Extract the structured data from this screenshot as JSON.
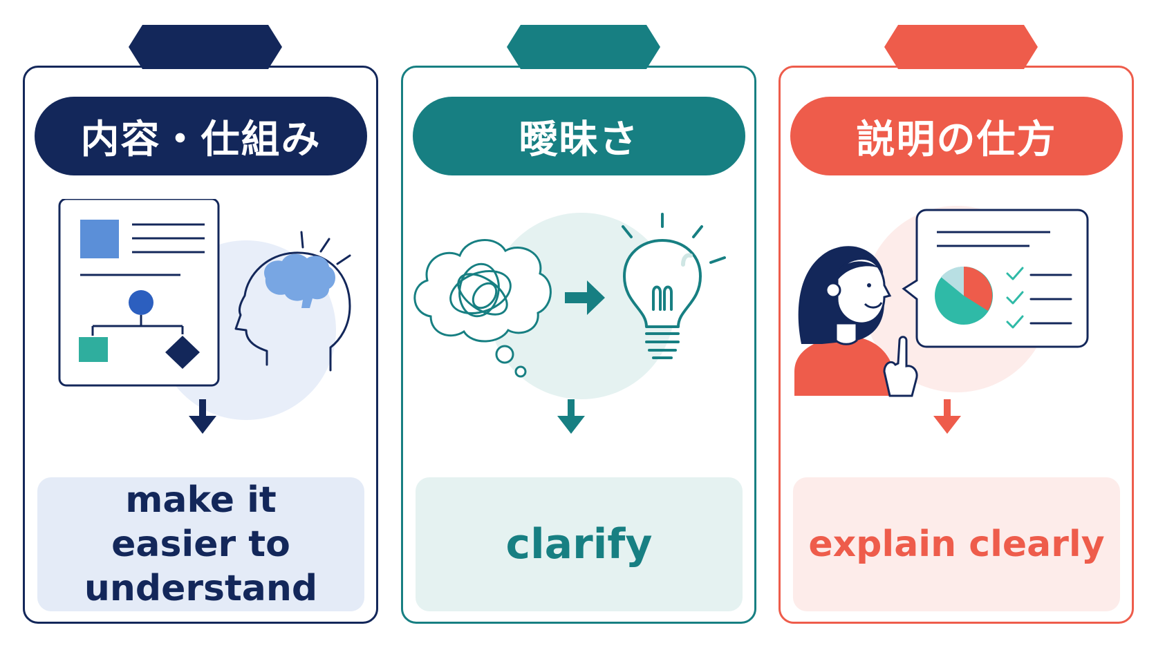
{
  "panels": [
    {
      "heading": "内容・仕組み",
      "result": "make it easier to understand",
      "color": "#13275a",
      "icons": [
        "document-icon",
        "flowchart-icon",
        "head-with-brain-icon"
      ]
    },
    {
      "heading": "曖昧さ",
      "result": "clarify",
      "color": "#177f82",
      "icons": [
        "tangled-thought-cloud-icon",
        "arrow-right-icon",
        "lightbulb-icon"
      ]
    },
    {
      "heading": "説明の仕方",
      "result": "explain clearly",
      "color": "#ee5c4b",
      "icons": [
        "woman-presenting-icon",
        "speech-bubble-chart-icon",
        "checklist-icon"
      ]
    }
  ]
}
